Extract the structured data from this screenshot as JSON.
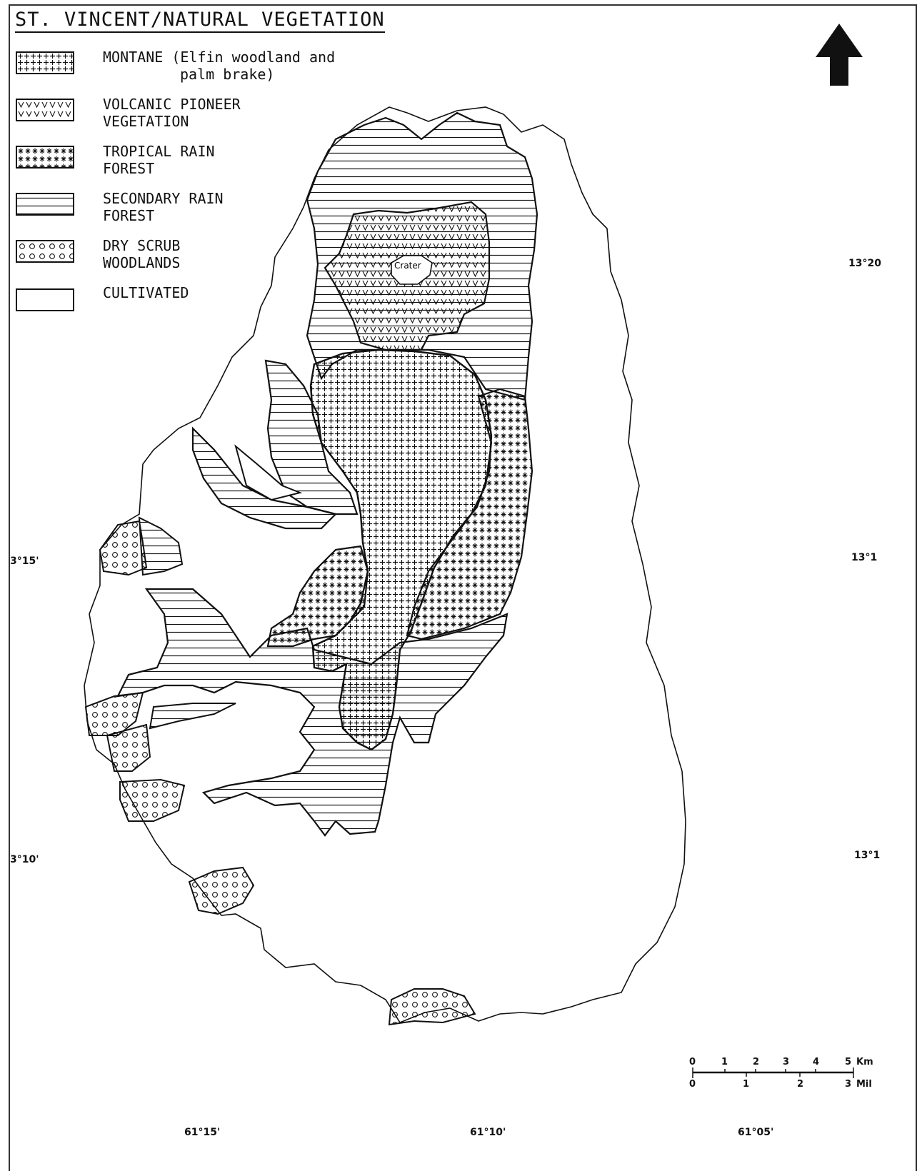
{
  "title": "ST. VINCENT/NATURAL VEGETATION",
  "legend": [
    {
      "key": "montane",
      "line1": "MONTANE (Elfin woodland and",
      "line2": "palm brake)",
      "pattern": "plus"
    },
    {
      "key": "volcanic",
      "line1": "VOLCANIC PIONEER",
      "line2": "VEGETATION",
      "pattern": "v"
    },
    {
      "key": "tropical",
      "line1": "TROPICAL RAIN",
      "line2": "FOREST",
      "pattern": "star"
    },
    {
      "key": "secondary",
      "line1": "SECONDARY RAIN",
      "line2": "FOREST",
      "pattern": "hlines"
    },
    {
      "key": "dryscrub",
      "line1": "DRY SCRUB",
      "line2": "WOODLANDS",
      "pattern": "circles"
    },
    {
      "key": "cultivated",
      "line1": "CULTIVATED",
      "line2": "",
      "pattern": "blank"
    }
  ],
  "crater_label": "Crater",
  "north_arrow": "north-arrow-icon",
  "latitudes": {
    "lat_1320_right": "13°20",
    "lat_1315_left": "3°15'",
    "lat_1315_right": "13°1",
    "lat_1310_left": "3°10'",
    "lat_1310_right": "13°1"
  },
  "longitudes": [
    "61°15'",
    "61°10'",
    "61°05'"
  ],
  "scale": {
    "km_ticks": [
      "0",
      "1",
      "2",
      "3",
      "4",
      "5"
    ],
    "km_unit": "Km",
    "mile_ticks": [
      "0",
      "1",
      "2",
      "3"
    ],
    "mile_unit": "Mil"
  }
}
